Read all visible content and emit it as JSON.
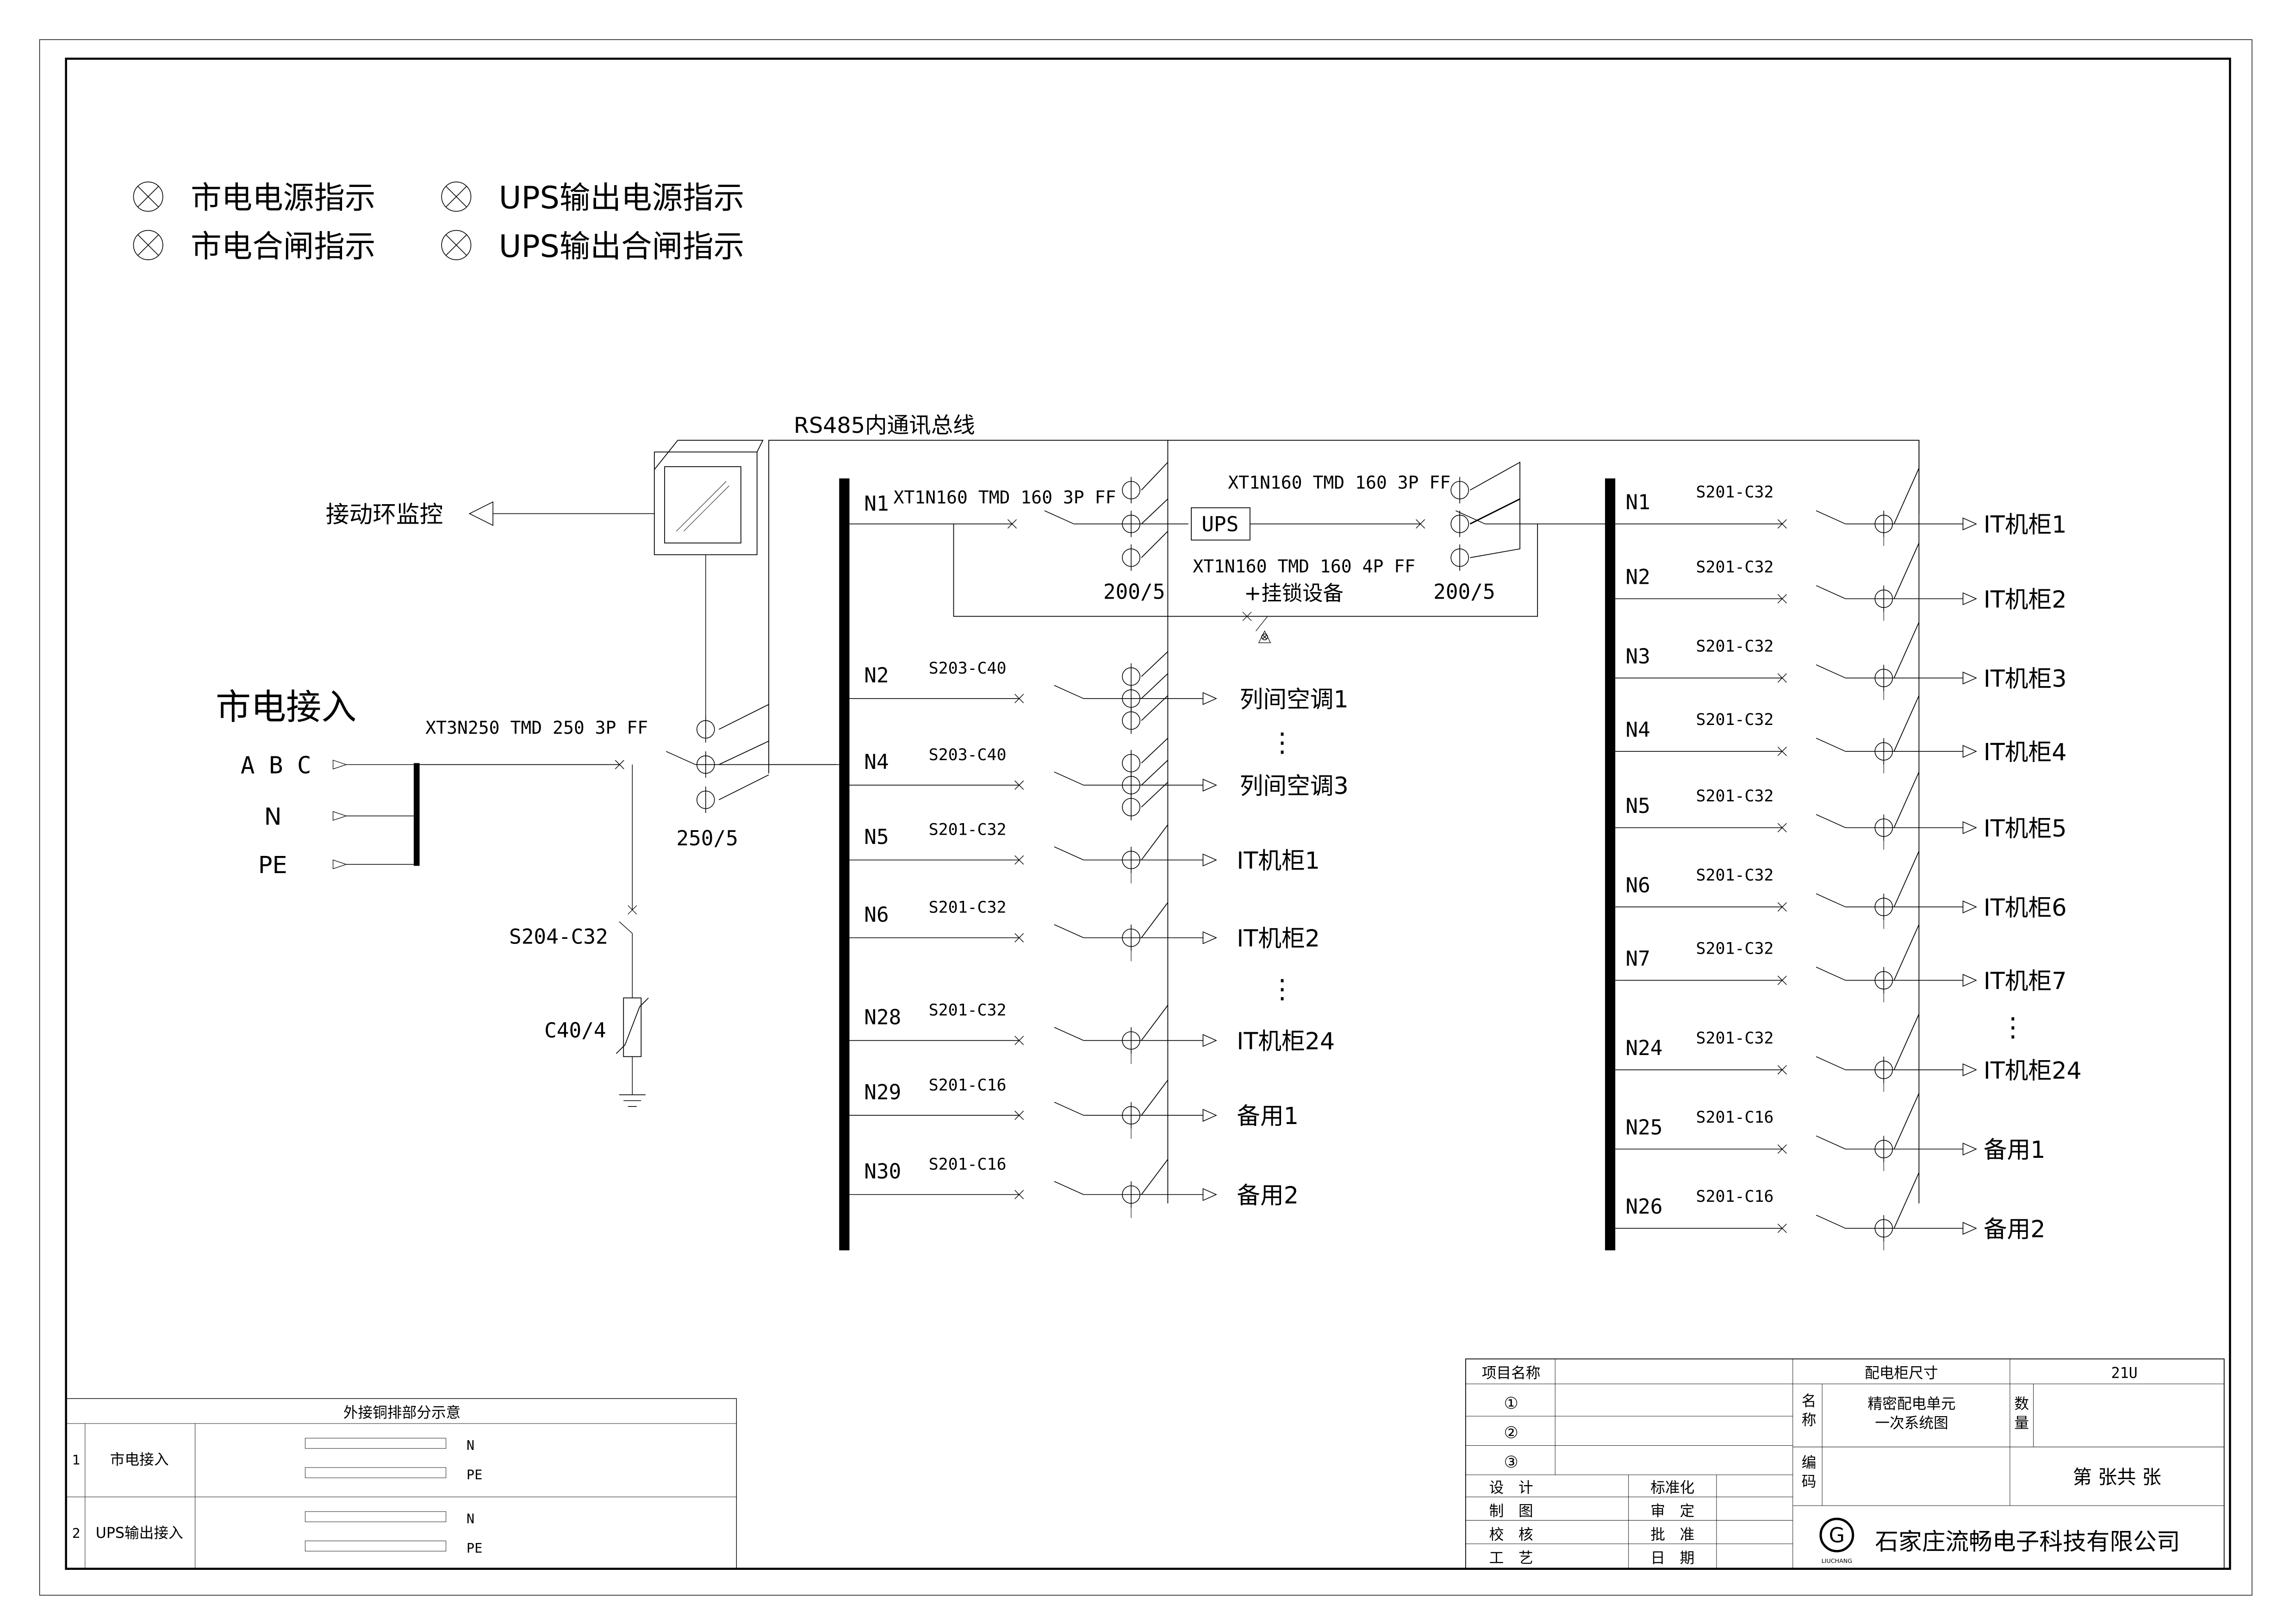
{
  "legend": {
    "items": [
      {
        "label": "市电电源指示"
      },
      {
        "label": "UPS输出电源指示"
      },
      {
        "label": "市电合闸指示"
      },
      {
        "label": "UPS输出合闸指示"
      }
    ]
  },
  "monitor": {
    "label": "接动环监控",
    "bus_label": "RS485内通讯总线"
  },
  "mains": {
    "title": "市电接入",
    "phases": [
      "A B C",
      "N",
      "PE"
    ],
    "main_breaker": "XT3N250 TMD 250 3P FF",
    "ct_ratio": "250/5",
    "spd_breaker": "S204-C32",
    "spd": "C40/4"
  },
  "panel_left": {
    "incoming_label": "N1",
    "ups_input_breaker": "XT1N160 TMD 160 3P FF",
    "ups_input_ct": "200/5",
    "ups_label": "UPS",
    "ups_output_breaker": "XT1N160 TMD 160 3P FF",
    "ups_output_ct": "200/5",
    "bypass_breaker": "XT1N160 TMD 160 4P FF",
    "bypass_note": "+挂锁设备",
    "dots": [
      "⋮",
      "⋮"
    ],
    "feeders": [
      {
        "id": "N2",
        "breaker": "S203-C40",
        "load": "列间空调1"
      },
      {
        "id": "N4",
        "breaker": "S203-C40",
        "load": "列间空调3"
      },
      {
        "id": "N5",
        "breaker": "S201-C32",
        "load": "IT机柜1"
      },
      {
        "id": "N6",
        "breaker": "S201-C32",
        "load": "IT机柜2"
      },
      {
        "id": "N28",
        "breaker": "S201-C32",
        "load": "IT机柜24"
      },
      {
        "id": "N29",
        "breaker": "S201-C16",
        "load": "备用1"
      },
      {
        "id": "N30",
        "breaker": "S201-C16",
        "load": "备用2"
      }
    ]
  },
  "panel_right": {
    "dots": "⋮",
    "feeders": [
      {
        "id": "N1",
        "breaker": "S201-C32",
        "load": "IT机柜1"
      },
      {
        "id": "N2",
        "breaker": "S201-C32",
        "load": "IT机柜2"
      },
      {
        "id": "N3",
        "breaker": "S201-C32",
        "load": "IT机柜3"
      },
      {
        "id": "N4",
        "breaker": "S201-C32",
        "load": "IT机柜4"
      },
      {
        "id": "N5",
        "breaker": "S201-C32",
        "load": "IT机柜5"
      },
      {
        "id": "N6",
        "breaker": "S201-C32",
        "load": "IT机柜6"
      },
      {
        "id": "N7",
        "breaker": "S201-C32",
        "load": "IT机柜7"
      },
      {
        "id": "N24",
        "breaker": "S201-C32",
        "load": "IT机柜24"
      },
      {
        "id": "N25",
        "breaker": "S201-C16",
        "load": "备用1"
      },
      {
        "id": "N26",
        "breaker": "S201-C16",
        "load": "备用2"
      }
    ]
  },
  "busbar_table": {
    "title": "外接铜排部分示意",
    "rows": [
      {
        "no": "1",
        "name": "市电接入",
        "bars": [
          "N",
          "PE"
        ]
      },
      {
        "no": "2",
        "name": "UPS输出接入",
        "bars": [
          "N",
          "PE"
        ]
      }
    ]
  },
  "title_block": {
    "project_label": "项目名称",
    "circled": [
      "①",
      "②",
      "③"
    ],
    "size_label": "配电柜尺寸",
    "size_value": "21U",
    "name_label": "名\n称",
    "name_value": [
      "精密配电单元",
      "一次系统图"
    ],
    "qty_label": "数\n量",
    "code_label": "编\n码",
    "sheet_label": "第    张共    张",
    "roles_left": [
      "设　计",
      "制　图",
      "校　核",
      "工　艺"
    ],
    "roles_right": [
      "标准化",
      "审　定",
      "批　准",
      "日　期"
    ],
    "company": "石家庄流畅电子科技有限公司",
    "logo_letter": "G",
    "logo_text": "LIUCHANG"
  },
  "colors": {
    "line": "#000000",
    "frame": "#000000",
    "thin": "#555555"
  }
}
